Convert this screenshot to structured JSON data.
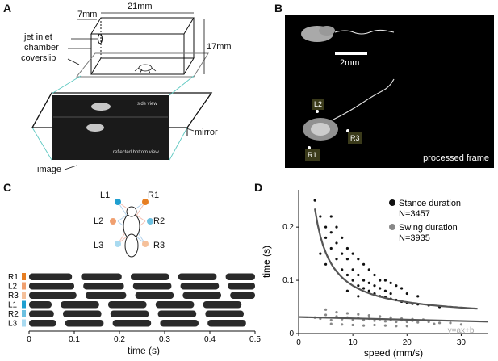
{
  "panels": {
    "A": {
      "letter": "A",
      "dims": {
        "width": "21mm",
        "depth": "7mm",
        "height": "17mm"
      },
      "labels": {
        "jet_inlet": "jet inlet",
        "chamber": "chamber",
        "coverslip": "coverslip",
        "mirror": "mirror",
        "image": "image"
      },
      "inset": {
        "side_view": "side view",
        "bottom_view": "reflected bottom view"
      }
    },
    "B": {
      "letter": "B",
      "scale_bar": "2mm",
      "leg_tags": [
        "L2",
        "R3",
        "R1"
      ],
      "caption": "processed frame"
    },
    "C": {
      "letter": "C",
      "legs_diagram": [
        "L1",
        "R1",
        "L2",
        "R2",
        "L3",
        "R3"
      ],
      "row_labels": [
        "R1",
        "L2",
        "R3",
        "L1",
        "R2",
        "L3"
      ],
      "row_colors": [
        "#e67e22",
        "#f0a070",
        "#f5c09a",
        "#1f9fd0",
        "#6cc0e0",
        "#a9daf0"
      ],
      "xaxis": {
        "label": "time (s)",
        "ticks": [
          "0",
          "0.1",
          "0.2",
          "0.3",
          "0.4",
          "0.5"
        ]
      },
      "gait_bars": [
        [
          [
            0.0,
            0.095
          ],
          [
            0.115,
            0.205
          ],
          [
            0.225,
            0.31
          ],
          [
            0.33,
            0.415
          ],
          [
            0.435,
            0.5
          ]
        ],
        [
          [
            0.0,
            0.1
          ],
          [
            0.12,
            0.21
          ],
          [
            0.23,
            0.315
          ],
          [
            0.335,
            0.42
          ],
          [
            0.44,
            0.5
          ]
        ],
        [
          [
            0.0,
            0.105
          ],
          [
            0.125,
            0.215
          ],
          [
            0.235,
            0.32
          ],
          [
            0.34,
            0.425
          ],
          [
            0.445,
            0.5
          ]
        ],
        [
          [
            0.0,
            0.05
          ],
          [
            0.07,
            0.155
          ],
          [
            0.175,
            0.26
          ],
          [
            0.28,
            0.365
          ],
          [
            0.385,
            0.47
          ]
        ],
        [
          [
            0.0,
            0.055
          ],
          [
            0.075,
            0.16
          ],
          [
            0.18,
            0.265
          ],
          [
            0.285,
            0.37
          ],
          [
            0.39,
            0.475
          ]
        ],
        [
          [
            0.0,
            0.06
          ],
          [
            0.08,
            0.165
          ],
          [
            0.185,
            0.27
          ],
          [
            0.29,
            0.375
          ],
          [
            0.395,
            0.48
          ]
        ]
      ]
    },
    "D": {
      "letter": "D",
      "legend": [
        {
          "label": "Stance duration",
          "count": "N=3457",
          "color": "#111111"
        },
        {
          "label": "Swing duration",
          "count": "N=3935",
          "color": "#888888"
        }
      ],
      "fit_label": "y=ax+b"
    }
  },
  "chart_data": {
    "type": "scatter",
    "xlabel": "speed (mm/s)",
    "ylabel": "time (s)",
    "xlim": [
      0,
      35
    ],
    "ylim": [
      0,
      0.27
    ],
    "xticks": [
      0,
      10,
      20,
      30
    ],
    "yticks": [
      0,
      0.1,
      0.2
    ],
    "series": [
      {
        "name": "Stance duration",
        "color": "#111111",
        "x": [
          3,
          4,
          5,
          5,
          6,
          6,
          7,
          7,
          8,
          8,
          9,
          9,
          10,
          10,
          11,
          11,
          12,
          12,
          13,
          13,
          14,
          14,
          15,
          15,
          16,
          16,
          17,
          17,
          18,
          19,
          20,
          21,
          22,
          24,
          26,
          6,
          8,
          10,
          12,
          14,
          16,
          18,
          20,
          7,
          9,
          11,
          13,
          15,
          17,
          19,
          22,
          5,
          4,
          9,
          11
        ],
        "y": [
          0.25,
          0.22,
          0.18,
          0.2,
          0.16,
          0.19,
          0.14,
          0.17,
          0.12,
          0.15,
          0.11,
          0.14,
          0.1,
          0.12,
          0.09,
          0.11,
          0.085,
          0.1,
          0.08,
          0.095,
          0.075,
          0.09,
          0.07,
          0.085,
          0.068,
          0.08,
          0.065,
          0.075,
          0.063,
          0.06,
          0.058,
          0.056,
          0.055,
          0.053,
          0.05,
          0.22,
          0.18,
          0.15,
          0.13,
          0.11,
          0.1,
          0.09,
          0.075,
          0.2,
          0.16,
          0.14,
          0.12,
          0.1,
          0.095,
          0.085,
          0.07,
          0.13,
          0.15,
          0.08,
          0.07
        ]
      },
      {
        "name": "Swing duration",
        "color": "#888888",
        "x": [
          3,
          4,
          5,
          6,
          7,
          8,
          9,
          10,
          11,
          12,
          13,
          14,
          15,
          16,
          17,
          18,
          19,
          20,
          21,
          22,
          24,
          26,
          28,
          5,
          7,
          9,
          11,
          13,
          15,
          17,
          19,
          21,
          23,
          6,
          8,
          10,
          12,
          14,
          16,
          18,
          20,
          25,
          30
        ],
        "y": [
          0.03,
          0.028,
          0.035,
          0.025,
          0.032,
          0.027,
          0.03,
          0.026,
          0.029,
          0.025,
          0.028,
          0.024,
          0.027,
          0.023,
          0.026,
          0.022,
          0.025,
          0.022,
          0.024,
          0.021,
          0.022,
          0.02,
          0.02,
          0.045,
          0.04,
          0.038,
          0.036,
          0.034,
          0.032,
          0.03,
          0.028,
          0.027,
          0.026,
          0.018,
          0.017,
          0.016,
          0.015,
          0.016,
          0.015,
          0.014,
          0.014,
          0.018,
          0.017
        ]
      }
    ],
    "fits": [
      {
        "name": "stance fit",
        "a": 0.62,
        "b": 0.028
      },
      {
        "name": "swing fit",
        "slope": -0.00025,
        "intercept": 0.031
      }
    ]
  }
}
